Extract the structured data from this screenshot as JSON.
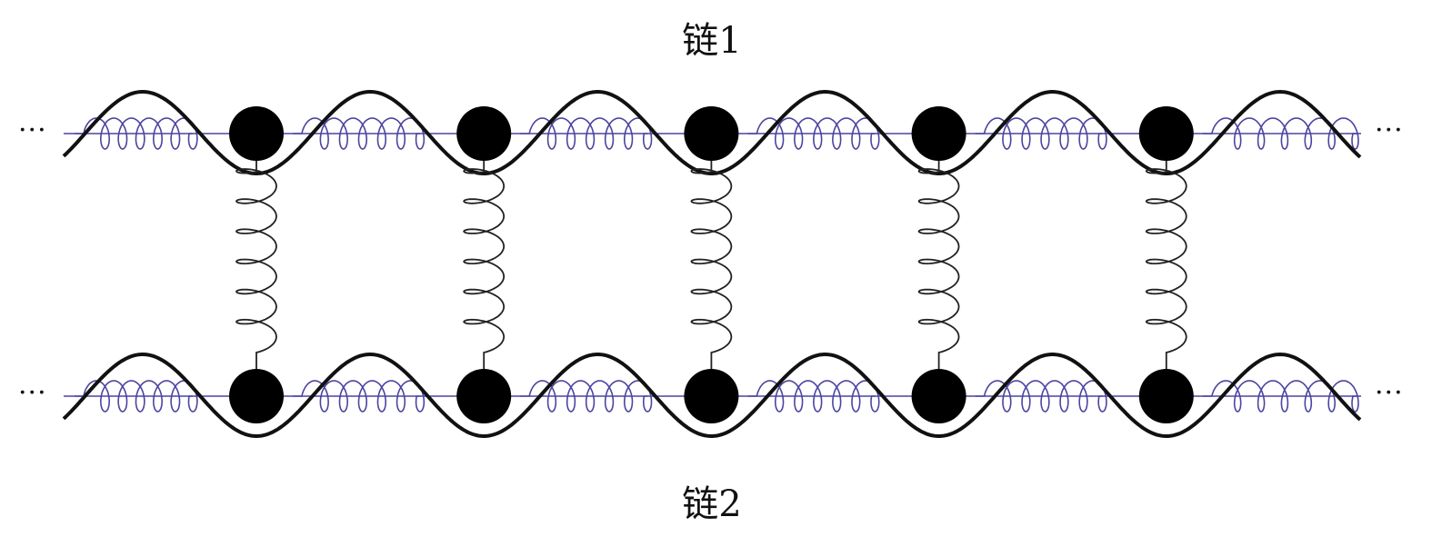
{
  "labels": {
    "chain1": "链1",
    "chain2": "链2",
    "ellipsis": "···"
  },
  "diagram": {
    "masses_per_chain": 5,
    "colors": {
      "mass": "#000000",
      "wave": "#111111",
      "chain_spring": "#4b44a0",
      "coupling_spring": "#222222"
    }
  }
}
